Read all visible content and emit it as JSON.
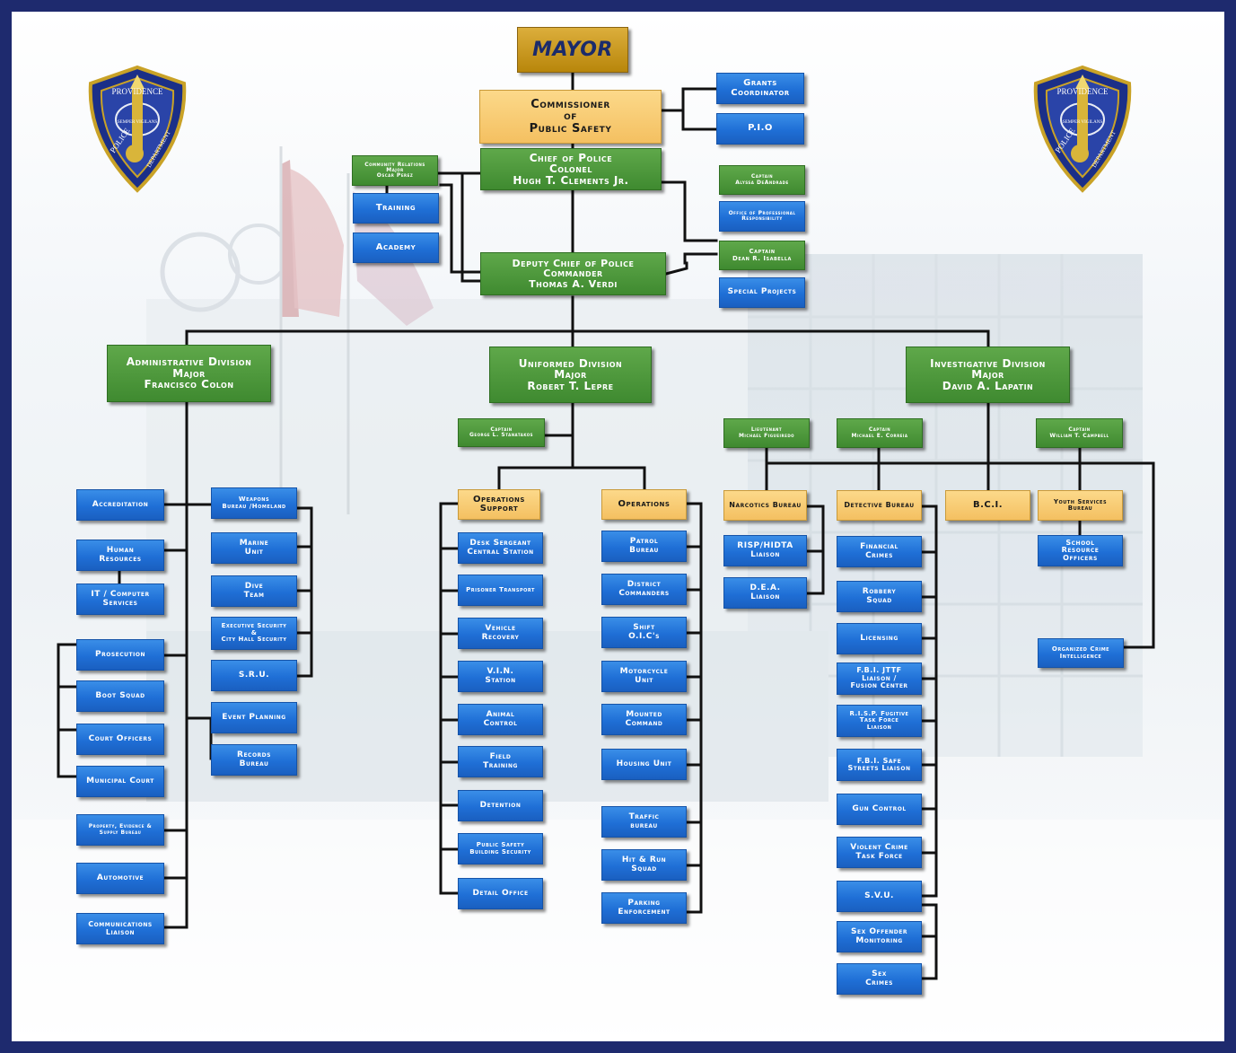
{
  "badge": {
    "top_text": "PROVIDENCE",
    "left_text": "POLICE",
    "right_text": "DEPARTMENT",
    "motto": "SEMPER VIGILANS"
  },
  "colors": {
    "frame": "#1e2a6e",
    "box_blue": "#1f6fd6",
    "box_green": "#3f8a30",
    "box_yellow": "#f4c061",
    "box_gold": "#b8860b",
    "line": "#111111"
  },
  "boxes": {
    "mayor": [
      "MAYOR"
    ],
    "commissioner": [
      "Commissioner",
      "of",
      "Public Safety"
    ],
    "grants": [
      "Grants",
      "Coordinator"
    ],
    "pio": [
      "P.I.O"
    ],
    "chief": [
      "Chief of Police",
      "Colonel",
      "Hugh T. Clements Jr."
    ],
    "community": [
      "Community Relations",
      "Major",
      "Oscar Perez"
    ],
    "training": [
      "Training"
    ],
    "academy": [
      "Academy"
    ],
    "cap_deandrade": [
      "Captain",
      "Alyssa DeAndrade"
    ],
    "opr": [
      "Office of Professional",
      "Responsibility"
    ],
    "cap_isabella": [
      "Captain",
      "Dean R. Isabella"
    ],
    "special_projects": [
      "Special Projects"
    ],
    "deputy": [
      "Deputy Chief of Police",
      "Commander",
      "Thomas A. Verdi"
    ],
    "admin_div": [
      "Administrative Division",
      "Major",
      "Francisco Colon"
    ],
    "uniformed_div": [
      "Uniformed Division",
      "Major",
      "Robert T. Lepre"
    ],
    "investigative_div": [
      "Investigative Division",
      "Major",
      "David A. Lapatin"
    ],
    "cap_stanatakos": [
      "Captain",
      "George L. Stanatakos"
    ],
    "lt_figueiredo": [
      "Lieutenant",
      "Michael Figueiredo"
    ],
    "cap_correia": [
      "Captain",
      "Michael E. Correia"
    ],
    "cap_campbell": [
      "Captain",
      "William T. Campbell"
    ],
    "accreditation": [
      "Accreditation"
    ],
    "human_resources": [
      "Human",
      "Resources"
    ],
    "it_computer": [
      "IT / Computer",
      "Services"
    ],
    "prosecution": [
      "Prosecution"
    ],
    "boot_squad": [
      "Boot Squad"
    ],
    "court_officers": [
      "Court Officers"
    ],
    "municipal_court": [
      "Municipal Court"
    ],
    "property": [
      "Property, Evidence &",
      "Supply Bureau"
    ],
    "automotive": [
      "Automotive"
    ],
    "communications": [
      "Communications",
      "Liaison"
    ],
    "weapons": [
      "Weapons",
      "Bureau /Homeland"
    ],
    "marine": [
      "Marine",
      "Unit"
    ],
    "dive": [
      "Dive",
      "Team"
    ],
    "exec_security": [
      "Executive Security",
      "&",
      "City Hall Security"
    ],
    "sru": [
      "S.R.U."
    ],
    "event_planning": [
      "Event Planning"
    ],
    "records": [
      "Records",
      "Bureau"
    ],
    "ops_support": [
      "Operations",
      "Support"
    ],
    "desk_sergeant": [
      "Desk Sergeant",
      "Central Station"
    ],
    "prisoner_transport": [
      "Prisoner Transport"
    ],
    "vehicle_recovery": [
      "Vehicle",
      "Recovery"
    ],
    "vin_station": [
      "V.I.N.",
      "Station"
    ],
    "animal_control": [
      "Animal",
      "Control"
    ],
    "field_training": [
      "Field",
      "Training"
    ],
    "detention": [
      "Detention"
    ],
    "public_safety_bldg": [
      "Public Safety",
      "Building Security"
    ],
    "detail_office": [
      "Detail Office"
    ],
    "operations": [
      "Operations"
    ],
    "patrol": [
      "Patrol",
      "Bureau"
    ],
    "district": [
      "District",
      "Commanders"
    ],
    "shift_oic": [
      "Shift",
      "O.I.C's"
    ],
    "motorcycle": [
      "Motorcycle",
      "Unit"
    ],
    "mounted": [
      "Mounted",
      "Command"
    ],
    "housing": [
      "Housing Unit"
    ],
    "traffic": [
      "Traffic",
      "bureau"
    ],
    "hit_run": [
      "Hit & Run",
      "Squad"
    ],
    "parking": [
      "Parking",
      "Enforcement"
    ],
    "narcotics": [
      "Narcotics Bureau"
    ],
    "risp_hidta": [
      "RISP/HIDTA",
      "Liaison"
    ],
    "dea": [
      "D.E.A.",
      "Liaison"
    ],
    "detective": [
      "Detective Bureau"
    ],
    "financial": [
      "Financial",
      "Crimes"
    ],
    "robbery": [
      "Robbery",
      "Squad"
    ],
    "licensing": [
      "Licensing"
    ],
    "fbi_jttf": [
      "F.B.I. JTTF",
      "Liaison /",
      "Fusion Center"
    ],
    "risp_fugitive": [
      "R.I.S.P. Fugitive",
      "Task Force",
      "Liaison"
    ],
    "fbi_safe": [
      "F.B.I. Safe",
      "Streets Liaison"
    ],
    "gun_control": [
      "Gun Control"
    ],
    "violent_crime": [
      "Violent Crime",
      "Task Force"
    ],
    "svu": [
      "S.V.U."
    ],
    "sex_offender": [
      "Sex Offender",
      "Monitoring"
    ],
    "sex_crimes": [
      "Sex",
      "Crimes"
    ],
    "bci": [
      "B.C.I."
    ],
    "youth_services": [
      "Youth Services",
      "Bureau"
    ],
    "school_resource": [
      "School",
      "Resource",
      "Officers"
    ],
    "organized_crime": [
      "Organized Crime",
      "Intelligence"
    ]
  }
}
